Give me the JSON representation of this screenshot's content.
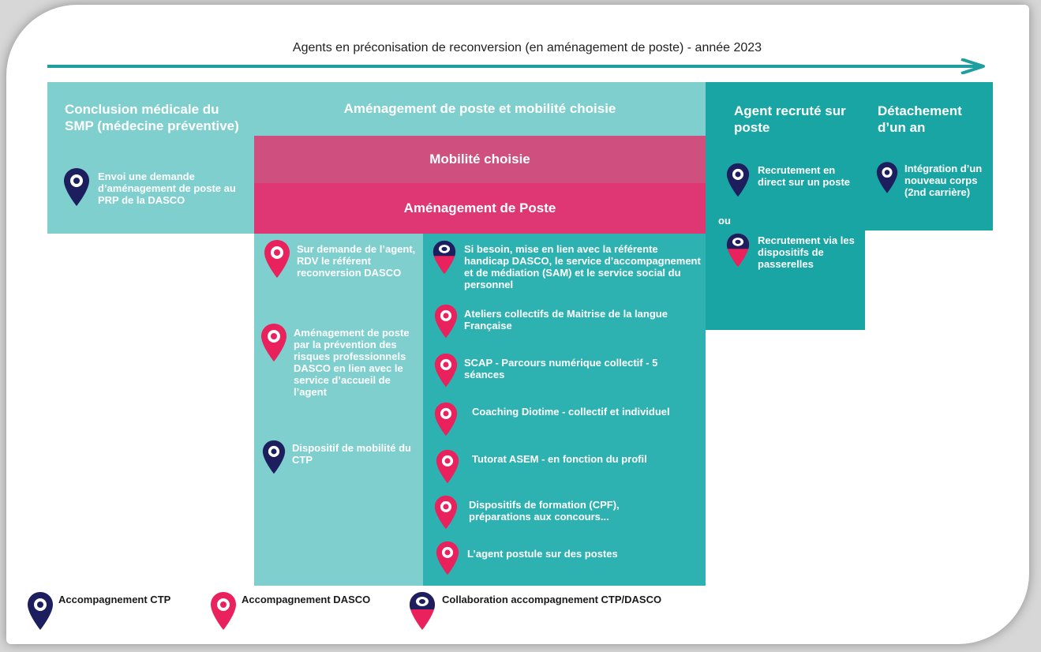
{
  "title": "Agents en préconisation de reconversion (en aménagement de poste) - année 2023",
  "colors": {
    "teal_light": "#7fcfcf",
    "teal_mid": "#5ec1c1",
    "teal_dark": "#1aa5a5",
    "pink_light": "#cf4f7f",
    "pink_dark": "#de3773",
    "navy": "#1d1e5e",
    "pink_pin": "#e9215d",
    "arrow": "#1e9e9e"
  },
  "columns": {
    "conclusion": {
      "heading": "Conclusion médicale du SMP (médecine préventive)",
      "item": "Envoi une demande d’aménagement de poste au PRP de la DASCO"
    },
    "amenagement_header": "Aménagement de poste et mobilité choisie",
    "mobilite": "Mobilité choisie",
    "amenagement_poste": "Aménagement de Poste",
    "recrute": {
      "heading": "Agent recruté sur poste",
      "item1": "Recrutement en direct sur un poste",
      "or": "ou",
      "item2": "Recrutement via les dispositifs de passerelles"
    },
    "detachement": {
      "heading": "Détachement d’un an",
      "item": "Intégration d’un nouveau corps (2nd carrière)"
    }
  },
  "left_items": [
    {
      "text": "Sur demande de l’agent, RDV le référent reconversion DASCO",
      "icon": "pink-pin-icon"
    },
    {
      "text": "Aménagement de poste par la prévention des risques professionnels DASCO en lien avec le service d’accueil de l’agent",
      "icon": "pink-pin-icon"
    },
    {
      "text": "Dispositif de mobilité du CTP",
      "icon": "navy-pin-icon"
    }
  ],
  "right_items": [
    {
      "text": "Si besoin, mise en lien avec la référente handicap DASCO, le service d’accompagnement et de médiation (SAM) et le service social du personnel",
      "icon": "collab-pin-icon"
    },
    {
      "text": "Ateliers collectifs de Maitrise de la langue Française",
      "icon": "pink-pin-icon"
    },
    {
      "text": "SCAP - Parcours numérique collectif - 5 séances",
      "icon": "pink-pin-icon"
    },
    {
      "text": "Coaching Diotime - collectif et individuel",
      "icon": "pink-pin-icon"
    },
    {
      "text": "Tutorat ASEM - en fonction du profil",
      "icon": "pink-pin-icon"
    },
    {
      "text": "Dispositifs de formation (CPF), préparations aux concours...",
      "icon": "pink-pin-icon"
    },
    {
      "text": "L’agent postule sur des postes",
      "icon": "pink-pin-icon"
    }
  ],
  "legend": {
    "ctp": "Accompagnement CTP",
    "dasco": "Accompagnement DASCO",
    "collab": "Collaboration accompagnement CTP/DASCO"
  }
}
